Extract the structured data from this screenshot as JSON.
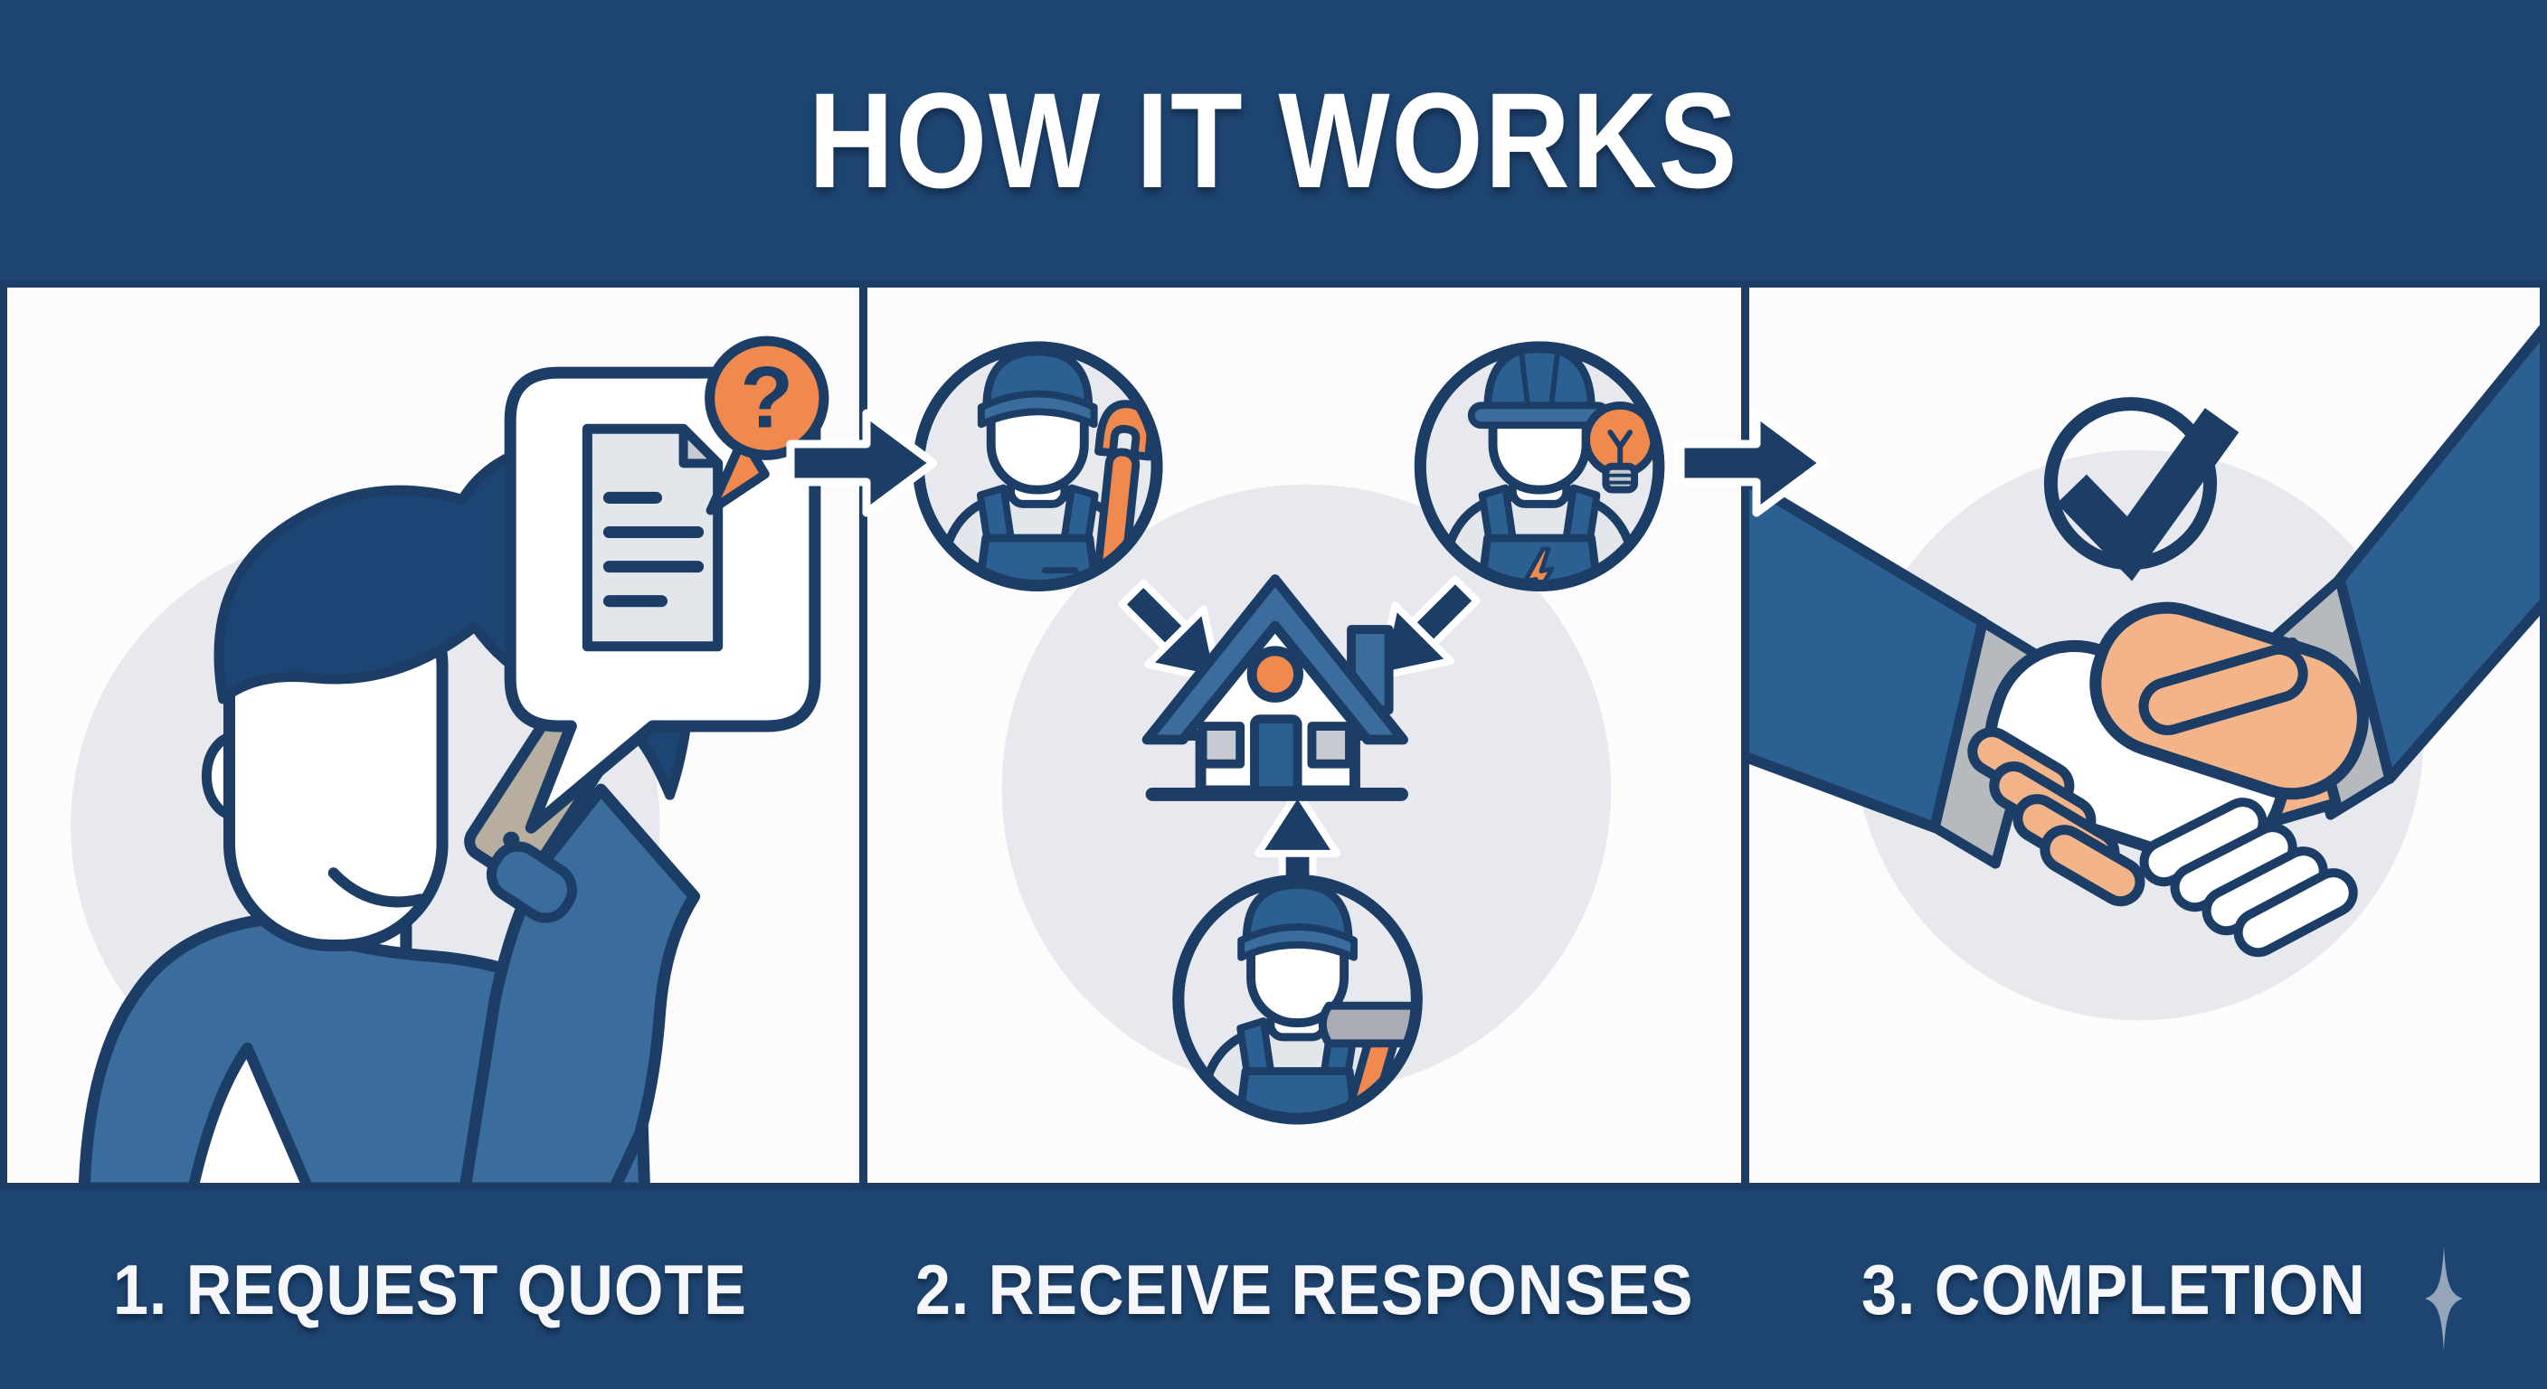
{
  "header": {
    "title": "HOW IT WORKS"
  },
  "steps": [
    {
      "number": "1",
      "label": "1. REQUEST QUOTE",
      "illustration": "man-talking-on-phone-with-quote-request-speech-bubble",
      "bubble": {
        "document_icon": "document-icon",
        "question_badge_icon": "question-badge-icon",
        "question_badge_glyph": "?"
      }
    },
    {
      "number": "2",
      "label": "2. RECEIVE RESPONSES",
      "illustration": "three-tradespeople-sending-responses-to-house",
      "tradespeople": [
        "plumber-with-wrench",
        "electrician-with-lightbulb",
        "carpenter-with-hammer"
      ],
      "center_icon": "house-icon"
    },
    {
      "number": "3",
      "label": "3. COMPLETION",
      "illustration": "handshake-with-checkmark",
      "icons": [
        "checkmark-circle-icon",
        "handshake-icon",
        "sparkle-four-point-star-icon"
      ]
    }
  ],
  "theme": {
    "navy_bg": "#1E4571",
    "outline": "#1C3E66",
    "mid_blue": "#3A6D9E",
    "deep_blue": "#2D6092",
    "hair_blue": "#1D4573",
    "orange": "#F0894E",
    "light_gray": "#E7E9EE",
    "shirt_gray": "#E3E6EB",
    "window_gray": "#C6CAD1",
    "cuff_gray": "#B6BABF",
    "steel_gray": "#A9ADB3",
    "skin": "#F2B488",
    "phone_tan": "#B7AEA0",
    "panel_bg": "#FCFCFD",
    "white": "#FFFFFF",
    "footer_text": "#F5F7FA",
    "sparkle": "#95A6BB"
  }
}
